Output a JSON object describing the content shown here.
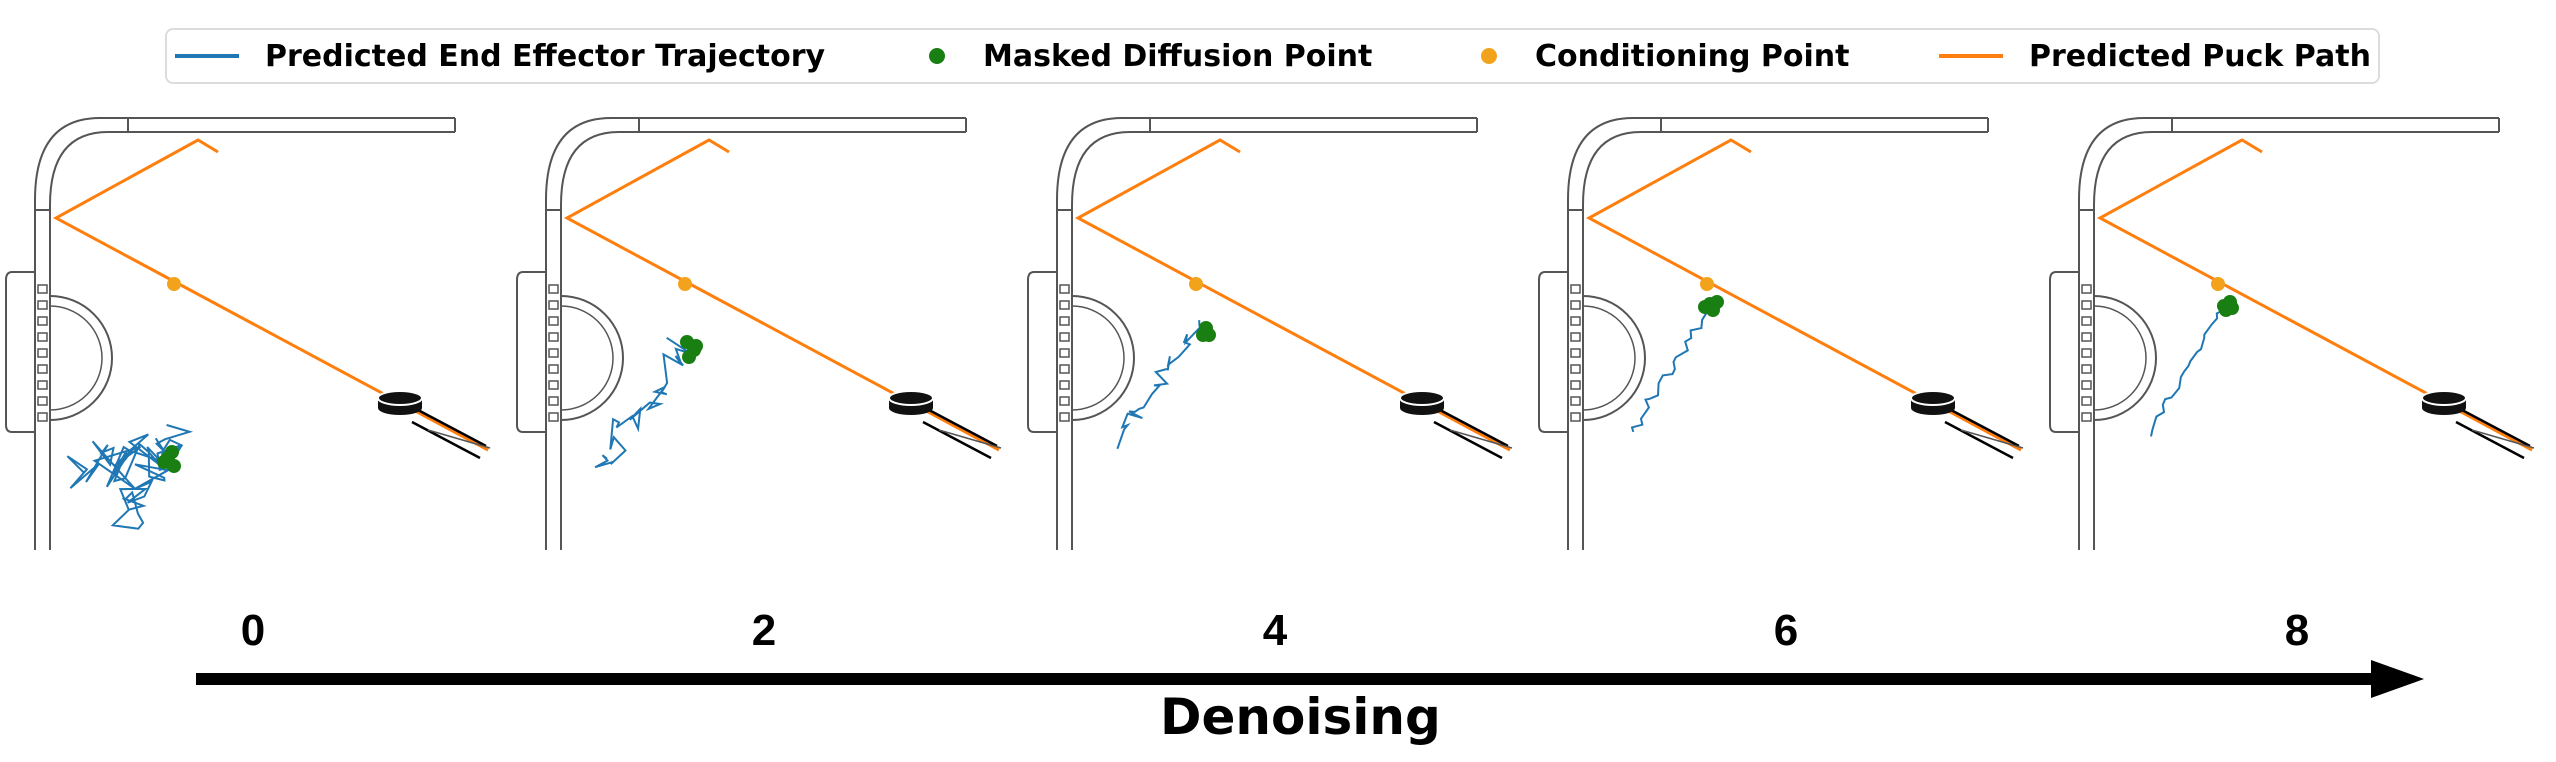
{
  "legend": {
    "items": [
      {
        "label": "Predicted End Effector Trajectory",
        "color": "#1f77b4",
        "marker": "line"
      },
      {
        "label": "Masked Diffusion Point",
        "color": "#1a7f12",
        "marker": "dot"
      },
      {
        "label": "Conditioning Point",
        "color": "#f2a31b",
        "marker": "dot"
      },
      {
        "label": "Predicted Puck Path",
        "color": "#ff7f0e",
        "marker": "line"
      }
    ]
  },
  "colors": {
    "trajectory": "#1f77b4",
    "masked_point": "#1a7f12",
    "conditioning_point": "#f2a31b",
    "puck_path": "#ff7f0e",
    "table_outline": "#555555"
  },
  "steps": [
    {
      "label": "0",
      "noise": "high"
    },
    {
      "label": "2",
      "noise": "medium-high"
    },
    {
      "label": "4",
      "noise": "medium"
    },
    {
      "label": "6",
      "noise": "low"
    },
    {
      "label": "8",
      "noise": "very low"
    }
  ],
  "axis": {
    "title": "Denoising",
    "direction": "left-to-right arrow"
  }
}
